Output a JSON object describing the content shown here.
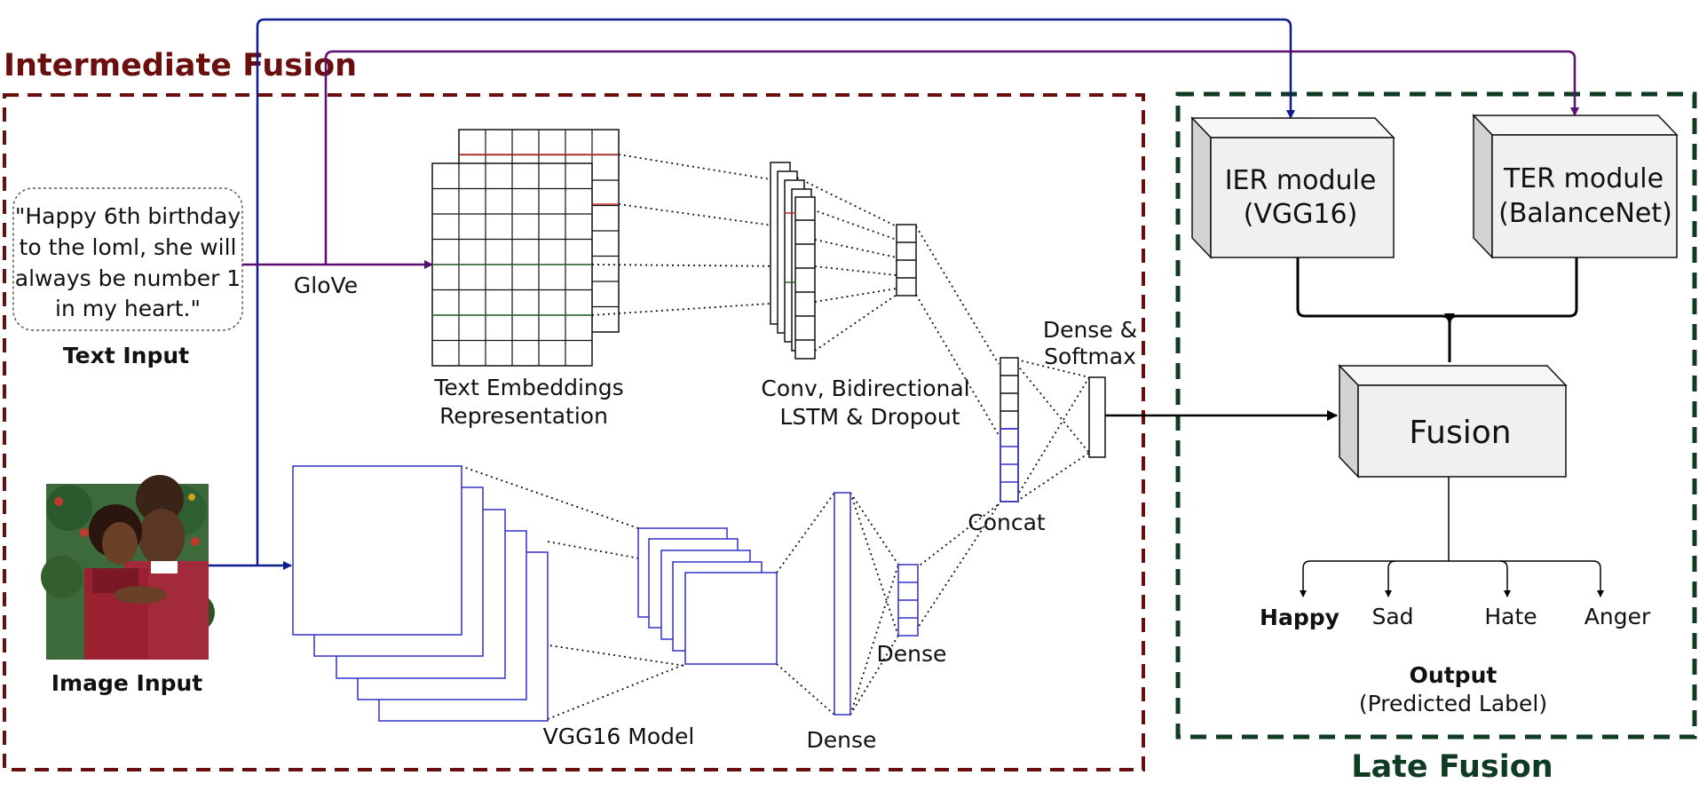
{
  "sections": {
    "intermediate_title": "Intermediate Fusion",
    "late_title": "Late Fusion"
  },
  "text_input": {
    "quote_lines": [
      "\"Happy 6th birthday",
      "to the loml, she will",
      "always be number 1",
      "in my heart.\""
    ],
    "label": "Text Input"
  },
  "image_input": {
    "label": "Image Input"
  },
  "labels": {
    "glove": "GloVe",
    "text_embeddings": [
      "Text Embeddings",
      "Representation"
    ],
    "conv_lstm": [
      "Conv, Bidirectional",
      "LSTM & Dropout"
    ],
    "vgg16_model": "VGG16 Model",
    "dense_big": "Dense",
    "dense_small": "Dense",
    "concat": "Concat",
    "dense_softmax": [
      "Dense &",
      "Softmax"
    ]
  },
  "late": {
    "ier_module": [
      "IER module",
      "(VGG16)"
    ],
    "ter_module": [
      "TER module",
      "(BalanceNet)"
    ],
    "fusion": "Fusion",
    "outputs": [
      "Happy",
      "Sad",
      "Hate",
      "Anger"
    ],
    "output_title": "Output",
    "output_subtitle": "(Predicted Label)"
  },
  "colors": {
    "dark_red": "#6b0e0e",
    "dark_green": "#0e3b22",
    "navy": "#0b1a8c",
    "purple": "#5b0f73",
    "cnn_blue": "#3030c8",
    "box_face": "#f0f0f0"
  }
}
